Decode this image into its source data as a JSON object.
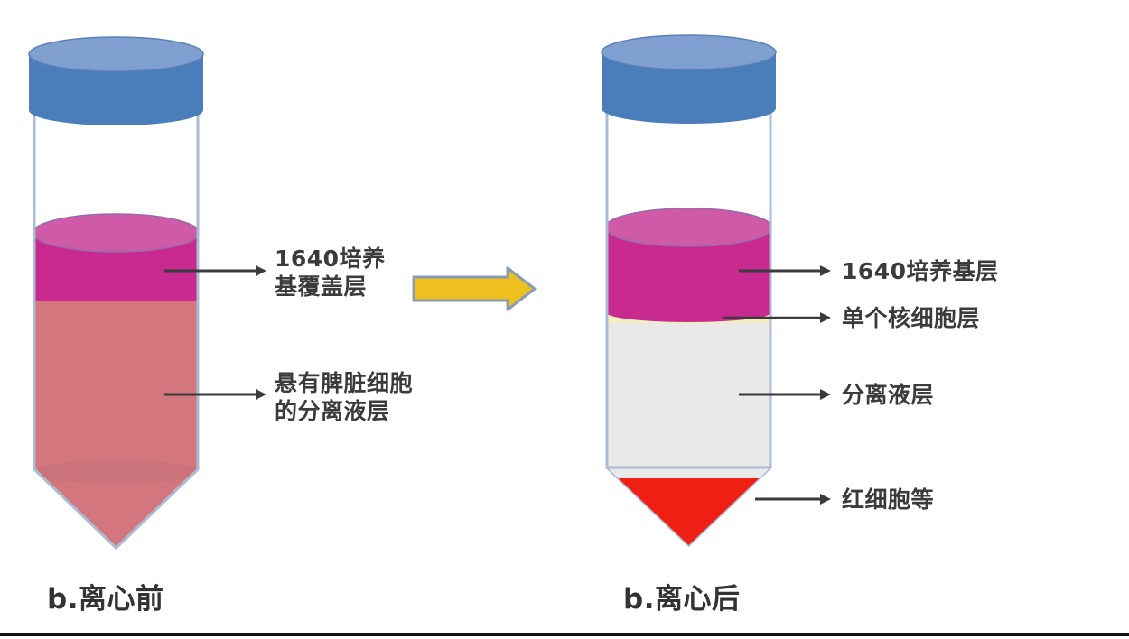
{
  "figure": {
    "title_left": "b.离心前",
    "title_right": "b.离心后",
    "transition_arrow": "right-arrow"
  },
  "colors": {
    "cap_blue": "#4a7ebb",
    "cap_blue_top": "#7f9fd1",
    "tube_wall": "#aabcd4",
    "medium_magenta": "#c92a8f",
    "medium_magenta_top": "#cf5ba8",
    "suspension_pink": "#d3767d",
    "suspension_pink_top": "#c77078",
    "mononuclear_cream": "#f4efc0",
    "separation_gray": "#e9e9e9",
    "rbc_red": "#f01f13",
    "arrow_yellow": "#edc01f",
    "arrow_outline": "#8a9cb5",
    "leader_line": "#3b3b3b",
    "text": "#3b3b3b",
    "background": "#ffffff"
  },
  "tubes": [
    {
      "id": "before-centrifugation",
      "caption": "b.离心前",
      "cap_label": "blue-screw-cap",
      "layers": [
        {
          "id": "rpmi-overlay",
          "name": "1640培养基覆盖层",
          "color": "#c92a8f"
        },
        {
          "id": "cell-suspension",
          "name": "悬有脾脏细胞的分离液层",
          "color": "#d3767d"
        }
      ],
      "callouts": [
        {
          "id": "callout-rpmi-overlay",
          "text": "1640培养\n基覆盖层"
        },
        {
          "id": "callout-cell-suspension",
          "text": "悬有脾脏细胞\n的分离液层"
        }
      ]
    },
    {
      "id": "after-centrifugation",
      "caption": "b.离心后",
      "cap_label": "blue-screw-cap",
      "layers": [
        {
          "id": "rpmi-layer",
          "name": "1640培养基层",
          "color": "#c92a8f"
        },
        {
          "id": "mononuclear-layer",
          "name": "单个核细胞层",
          "color": "#f4efc0"
        },
        {
          "id": "separation-fluid-layer",
          "name": "分离液层",
          "color": "#e9e9e9"
        },
        {
          "id": "erythrocyte-layer",
          "name": "红细胞等",
          "color": "#f01f13"
        }
      ],
      "callouts": [
        {
          "id": "callout-rpmi-layer",
          "text": "1640培养基层"
        },
        {
          "id": "callout-mononuclear",
          "text": "单个核细胞层"
        },
        {
          "id": "callout-separation-fluid",
          "text": "分离液层"
        },
        {
          "id": "callout-erythrocytes",
          "text": "红细胞等"
        }
      ]
    }
  ]
}
